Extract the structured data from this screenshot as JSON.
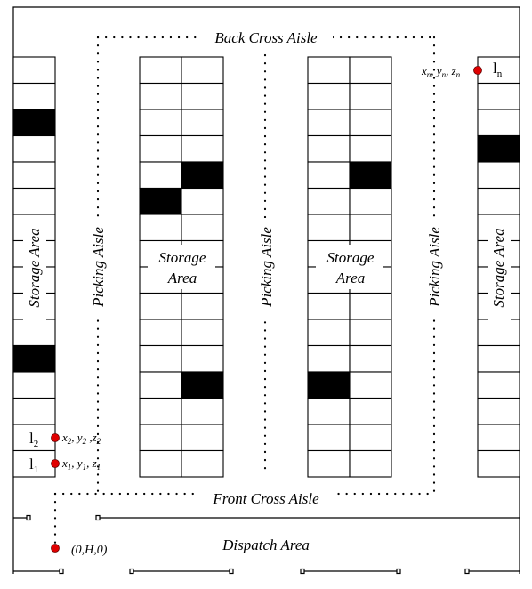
{
  "aisles": {
    "back_cross": "Back Cross Aisle",
    "front_cross": "Front Cross Aisle",
    "picking": [
      "Picking Aisle",
      "Picking Aisle",
      "Picking Aisle"
    ]
  },
  "storage": {
    "left": "Storage Area",
    "right": "Storage Area",
    "middle1": [
      "Storage",
      "Area"
    ],
    "middle2": [
      "Storage",
      "Area"
    ]
  },
  "dispatch": "Dispatch Area",
  "locations": {
    "l1": "l",
    "l1_sub": "1",
    "l2": "l",
    "l2_sub": "2",
    "ln": "l",
    "ln_sub": "n",
    "coord_1": [
      "x",
      "1",
      ", y",
      "1",
      ", z",
      "1"
    ],
    "coord_2": [
      "x",
      "2",
      ", y",
      "2",
      " ,z",
      "2"
    ],
    "coord_n": [
      "x",
      "n",
      ", y",
      "n",
      ", z",
      "n"
    ],
    "origin": "(0,H,0)"
  },
  "colors": {
    "stroke": "#000000",
    "occupied": "#000000",
    "point": "#e00000"
  }
}
